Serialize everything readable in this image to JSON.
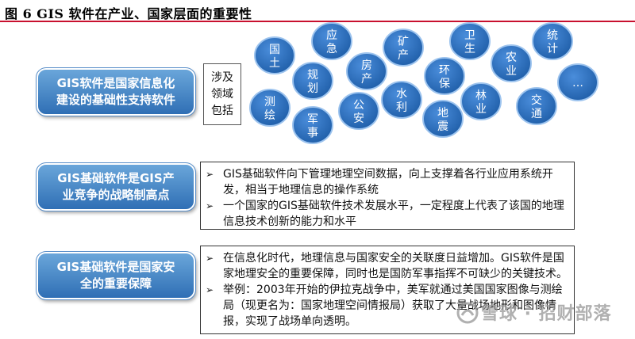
{
  "title": "图 6 GIS 软件在产业、国家层面的重要性",
  "left_boxes": [
    "GIS软件是国家信息化\n建设的基础性支持软件",
    "GIS基础软件是GIS产\n业竞争的战略制高点",
    "GIS基础软件是国家安\n全的重要保障"
  ],
  "involves_label": "涉及\n领域\n包括",
  "bubbles": [
    [
      "国",
      "土"
    ],
    [
      "应",
      "急"
    ],
    [
      "矿",
      "产"
    ],
    [
      "卫",
      "生"
    ],
    [
      "统",
      "计"
    ],
    [
      "规",
      "划"
    ],
    [
      "房",
      "产"
    ],
    [
      "环",
      "保"
    ],
    [
      "农",
      "业"
    ],
    [
      "…",
      ""
    ],
    [
      "测",
      "绘"
    ],
    [
      "军",
      "事"
    ],
    [
      "公",
      "安"
    ],
    [
      "水",
      "利"
    ],
    [
      "地",
      "震"
    ],
    [
      "林",
      "业"
    ],
    [
      "交",
      "通"
    ]
  ],
  "box2_bullets": [
    "GIS基础软件向下管理地理空间数据，向上支撑着各行业应用系统开发，相当于地理信息的操作系统",
    "一个国家的GIS基础软件技术发展水平，一定程度上代表了该国的地理信息技术创新的能力和水平"
  ],
  "box3_bullets": [
    "在信息化时代，地理信息与国家安全的关联度日益增加。GIS软件是国家地理安全的重要保障，同时也是国防军事指挥不可缺少的关键技术。",
    "举例：2003年开始的伊拉克战争中，美军就通过美国国家图像与测绘局（现更名为：国家地理空间情报局）获取了大量战场地形和图像情报，实现了战场单向透明。"
  ],
  "bullet_mark": "➢",
  "watermark": "雪球 · 招财部落",
  "colors": {
    "bubble_fill": "#2e6fc0",
    "bubble_stroke": "#9cc3ee",
    "accent_rule": "#c8102e"
  }
}
